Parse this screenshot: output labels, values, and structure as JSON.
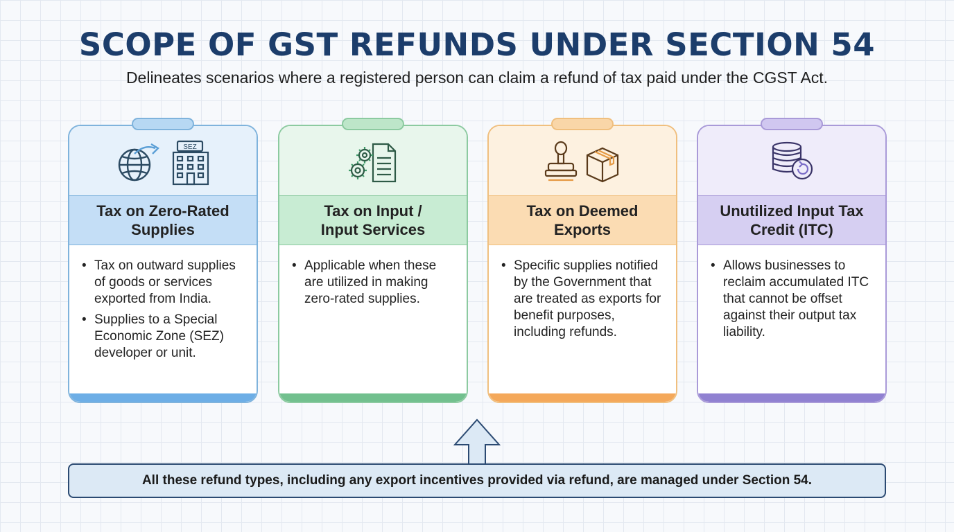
{
  "title": "SCOPE OF GST REFUNDS UNDER SECTION 54",
  "subtitle": "Delineates scenarios where a registered person can claim a refund of tax paid under the CGST Act.",
  "cards": [
    {
      "heading_line1": "Tax on Zero-Rated",
      "heading_line2": "Supplies",
      "icons": [
        "globe-arrow-icon",
        "sez-building-icon"
      ],
      "icon_label": "SEZ",
      "bullets": [
        "Tax on outward supplies of goods or services exported from India.",
        "Supplies to a Special Economic Zone (SEZ) developer or unit."
      ],
      "colors": {
        "border": "#7fb3dc",
        "top": "#e6f1fb",
        "head": "#c4def6",
        "foot": "#6daee6",
        "tab": "#b7d8f3"
      }
    },
    {
      "heading_line1": "Tax on Input /",
      "heading_line2": "Input Services",
      "icons": [
        "gears-document-icon"
      ],
      "bullets": [
        "Applicable when these are utilized in making zero-rated supplies."
      ],
      "colors": {
        "border": "#8ccaa0",
        "top": "#e8f6ec",
        "head": "#c8ecd3",
        "foot": "#72c08e",
        "tab": "#bde6c9"
      }
    },
    {
      "heading_line1": "Tax on Deemed",
      "heading_line2": "Exports",
      "icons": [
        "stamp-icon",
        "package-box-icon"
      ],
      "bullets": [
        "Specific supplies notified by the Government that are treated as exports for benefit purposes, including refunds."
      ],
      "colors": {
        "border": "#f0bf7e",
        "top": "#fdf1e0",
        "head": "#fbdcb3",
        "foot": "#f4a85a",
        "tab": "#f9d6a8"
      }
    },
    {
      "heading_line1": "Unutilized Input Tax",
      "heading_line2": "Credit (ITC)",
      "icons": [
        "coins-refund-icon"
      ],
      "bullets": [
        "Allows businesses to reclaim accumulated ITC that cannot be offset against their output tax liability."
      ],
      "colors": {
        "border": "#a99ad8",
        "top": "#efecfa",
        "head": "#d6cff2",
        "foot": "#9081d1",
        "tab": "#d0c7f0"
      }
    }
  ],
  "footer": "All these refund types, including any export incentives provided via refund, are managed under Section 54."
}
